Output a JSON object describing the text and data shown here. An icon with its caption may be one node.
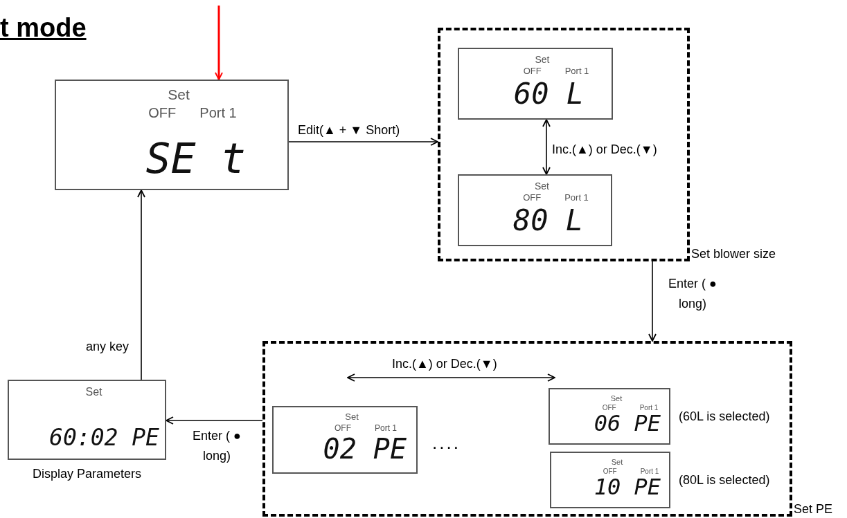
{
  "diagram": {
    "title": "t mode",
    "nodes": [
      {
        "text": [
          "Set",
          "OFF",
          "Port 1",
          "SE t"
        ]
      },
      {
        "text": [
          "Set blower size"
        ]
      },
      {
        "text": [
          "Set",
          "OFF",
          "Port 1",
          "60 L"
        ],
        "in": 1
      },
      {
        "text": [
          "Set",
          "OFF",
          "Port 1",
          "80 L"
        ],
        "in": 1
      },
      {
        "text": [
          "Set PE"
        ]
      },
      {
        "text": [
          "Set",
          "OFF",
          "Port 1",
          "02 PE"
        ],
        "in": 4
      },
      {
        "text": [
          "Set",
          "OFF",
          "Port 1",
          "06 PE"
        ],
        "in": 4,
        "beside": [
          "(60L is selected)"
        ]
      },
      {
        "text": [
          "Set",
          "OFF",
          "Port 1",
          "10 PE"
        ],
        "in": 4,
        "beside": [
          "(80L is selected)"
        ]
      },
      {
        "text": [
          "Set",
          "60:02 PE"
        ],
        "beside": [
          "Display Parameters"
        ]
      }
    ],
    "edges": [
      {
        "from": null,
        "to": 0,
        "arrow": "to",
        "color": "#ff0000"
      },
      {
        "from": 0,
        "to": 1,
        "arrow": "to",
        "label": "Edit(▲ + ▼ Short)"
      },
      {
        "from": 2,
        "to": 3,
        "arrow": "both",
        "label": "Inc.(▲) or Dec.(▼)"
      },
      {
        "from": 1,
        "to": 4,
        "arrow": "to",
        "label": "Enter ( ● long)"
      },
      {
        "from": 4,
        "to": 8,
        "arrow": "to",
        "label": "Enter ( ● long)"
      },
      {
        "from": 8,
        "to": 0,
        "arrow": "to",
        "label": "any key"
      }
    ],
    "labels": [
      "Inc.(▲) or Dec.(▼)",
      "...."
    ]
  }
}
